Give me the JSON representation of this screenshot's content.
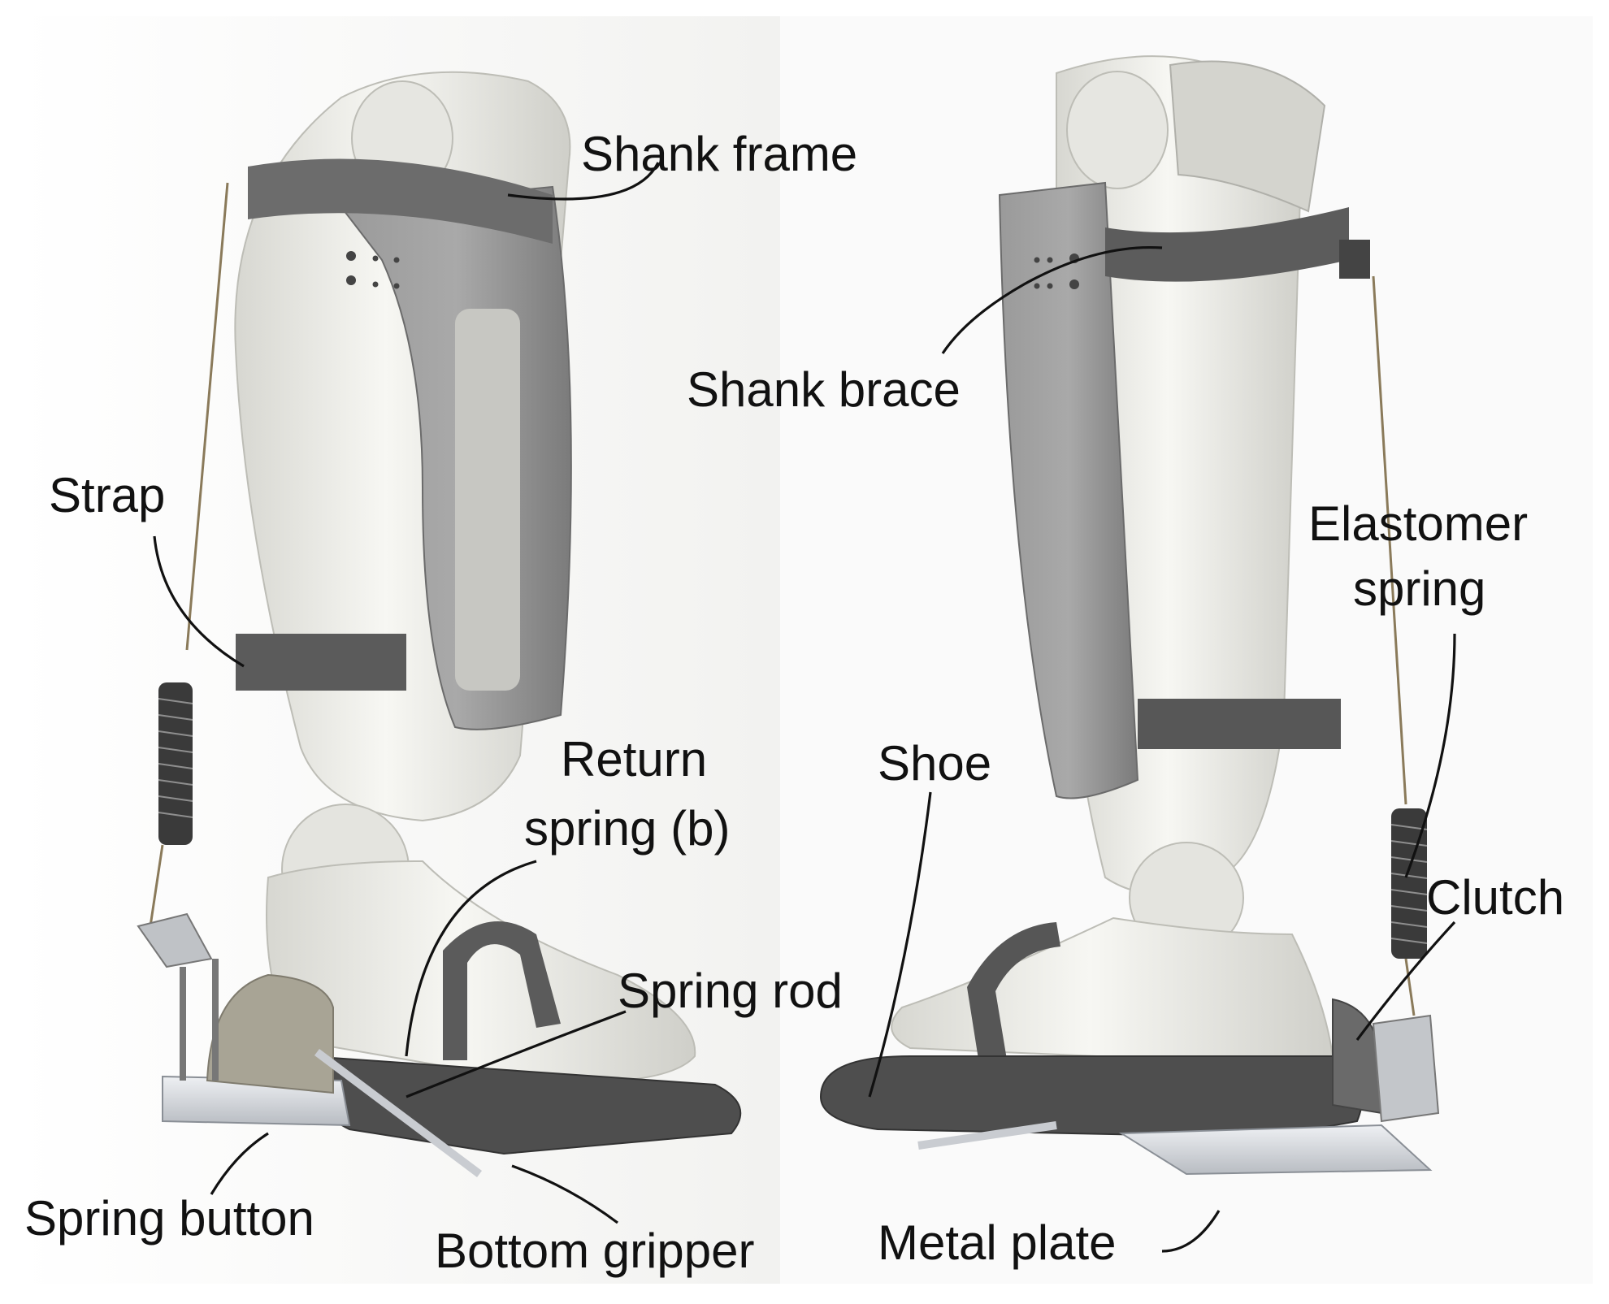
{
  "labels": {
    "shank_frame": "Shank frame",
    "shank_brace": "Shank brace",
    "strap": "Strap",
    "elastomer_spring_1": "Elastomer",
    "elastomer_spring_2": "spring",
    "return_spring_1": "Return",
    "return_spring_2": "spring (b)",
    "shoe": "Shoe",
    "clutch": "Clutch",
    "spring_rod": "Spring rod",
    "spring_button": "Spring button",
    "bottom_gripper": "Bottom gripper",
    "metal_plate": "Metal plate"
  },
  "colors": {
    "leg_light": "#f3f3ef",
    "leg_mid": "#dcdcd6",
    "brace_gray": "#8e8e8e",
    "brace_dark": "#6f6f6f",
    "strap_dark": "#5a5a5a",
    "sole_dark": "#4a4a4a",
    "metal": "#d9dde2",
    "cover_tan": "#a8a495",
    "spring_coil": "#3a3a3a"
  }
}
